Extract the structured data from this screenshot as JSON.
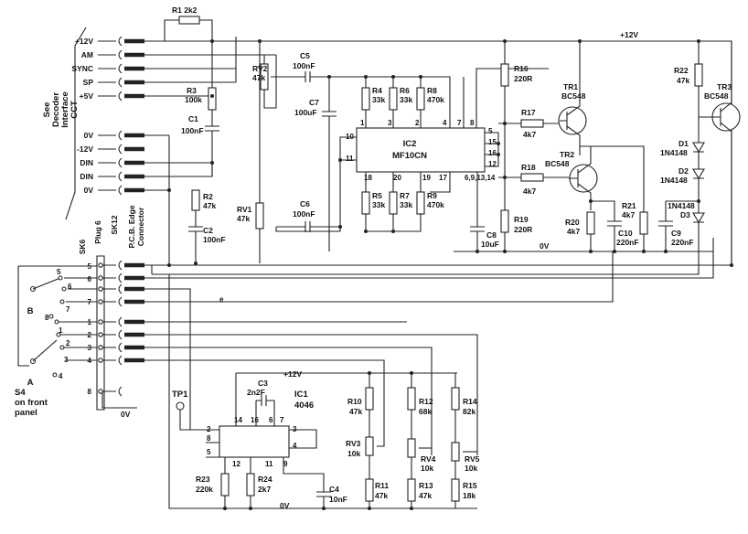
{
  "left_side": {
    "caption_lines": [
      "See",
      "Decoder",
      "Interface",
      "CCT"
    ],
    "signals": [
      "+12V",
      "AM",
      "SYNC",
      "SP",
      "+5V",
      "0V",
      "-12V",
      "DIN",
      "DIN",
      "0V"
    ],
    "sk12": "SK12",
    "plug6": "Plug 6",
    "pcb_edge_lines": [
      "P.C.B. Edge",
      "Connector"
    ],
    "sk6": "SK6",
    "sk6_pins": [
      "5",
      "6",
      "7",
      "1",
      "2",
      "3",
      "4",
      "8"
    ],
    "switch_b": "B",
    "switch_a": "A",
    "switch_b_pos": [
      "5",
      "6",
      "7",
      "8"
    ],
    "switch_a_pos": [
      "1",
      "2",
      "3",
      "4"
    ],
    "s4_lines": [
      "S4",
      "on front",
      "panel"
    ],
    "ov": "0V"
  },
  "top": {
    "r1": "R1 2k2",
    "plus12": "+12V"
  },
  "components": {
    "r3": [
      "R3",
      "100k"
    ],
    "c1": [
      "C1",
      "100nF"
    ],
    "r2": [
      "R2",
      "47k"
    ],
    "c2": [
      "C2",
      "100nF"
    ],
    "rv2": [
      "RV2",
      "47k"
    ],
    "rv1": [
      "RV1",
      "47k"
    ],
    "c5": [
      "C5",
      "100nF"
    ],
    "c6": [
      "C6",
      "100nF"
    ],
    "c7": [
      "C7",
      "100uF"
    ],
    "r4": [
      "R4",
      "33k"
    ],
    "r6": [
      "R6",
      "33k"
    ],
    "r8": [
      "R8",
      "470k"
    ],
    "r5": [
      "R5",
      "33k"
    ],
    "r7": [
      "R7",
      "33k"
    ],
    "r9": [
      "R9",
      "470k"
    ],
    "c8": [
      "C8",
      "10uF"
    ],
    "r16": [
      "R16",
      "220R"
    ],
    "r17": [
      "R17",
      "4k7"
    ],
    "r18": [
      "R18",
      "4k7"
    ],
    "r19": [
      "R19",
      "220R"
    ],
    "tr1": [
      "TR1",
      "BC548"
    ],
    "tr2": [
      "TR2",
      "BC548"
    ],
    "tr3": [
      "TR3",
      "BC548"
    ],
    "r20": [
      "R20",
      "4k7"
    ],
    "r21": [
      "R21",
      "4k7"
    ],
    "c10": [
      "C10",
      "220nF"
    ],
    "c9": [
      "C9",
      "220nF"
    ],
    "r22": [
      "R22",
      "47k"
    ],
    "d1": [
      "D1",
      "1N4148"
    ],
    "d2": [
      "D2",
      "1N4148"
    ],
    "d3": [
      "1N4148",
      "D3"
    ],
    "r10": [
      "R10",
      "47k"
    ],
    "r12": [
      "R12",
      "68k"
    ],
    "r14": [
      "R14",
      "82k"
    ],
    "rv3": [
      "RV3",
      "10k"
    ],
    "rv4": [
      "RV4",
      "10k"
    ],
    "rv5": [
      "RV5",
      "10k"
    ],
    "r11": [
      "R11",
      "47k"
    ],
    "r13": [
      "R13",
      "47k"
    ],
    "r15": [
      "R15",
      "18k"
    ],
    "c3": [
      "C3",
      "2n2F"
    ],
    "c4": [
      "C4",
      "10nF"
    ],
    "r23": [
      "R23",
      "220k"
    ],
    "r24": [
      "R24",
      "2k7"
    ]
  },
  "ic2": {
    "name": "IC2",
    "part": "MF10CN",
    "pins_top": [
      "1",
      "3",
      "2",
      "4",
      "7",
      "8"
    ],
    "pins_right": [
      "5",
      "15",
      "16",
      "12"
    ],
    "pins_left": [
      "10",
      "11"
    ],
    "pins_bottom": [
      "18",
      "20",
      "19",
      "17",
      "6,9,13,14"
    ]
  },
  "ic1": {
    "name": "IC1",
    "part": "4046",
    "pins_top": [
      "14",
      "16",
      "6",
      "7"
    ],
    "pins_left": [
      "2",
      "8",
      "5"
    ],
    "pins_right": [
      "3",
      "4"
    ],
    "pins_bottom": [
      "12",
      "11",
      "9"
    ]
  },
  "misc": {
    "tp1": "TP1",
    "plus12_low": "+12V",
    "ov_mid": "0V",
    "ov_bottom": "0V",
    "mark_e": "e"
  }
}
